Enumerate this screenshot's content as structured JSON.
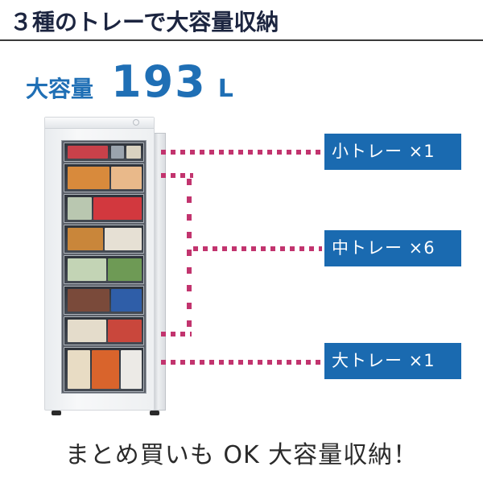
{
  "header": {
    "title": "３種のトレーで大容量収納"
  },
  "capacity": {
    "label": "大容量",
    "value": "193",
    "unit": "L"
  },
  "trays": [
    {
      "label": "小トレー ×1",
      "name": "small-tray",
      "count": 1
    },
    {
      "label": "中トレー ×6",
      "name": "medium-tray",
      "count": 6
    },
    {
      "label": "大トレー ×1",
      "name": "large-tray",
      "count": 1
    }
  ],
  "footer": {
    "text": "まとめ買いも OK 大容量収納！"
  },
  "colors": {
    "title": "#1c2540",
    "accent_blue": "#1a6ab0",
    "capacity_blue": "#1f6fb5",
    "connector_pink": "#c2346e",
    "footer_text": "#2a2a2a"
  },
  "image": {
    "subject": "upright-freezer-with-drawers",
    "drawer_count": 8
  }
}
